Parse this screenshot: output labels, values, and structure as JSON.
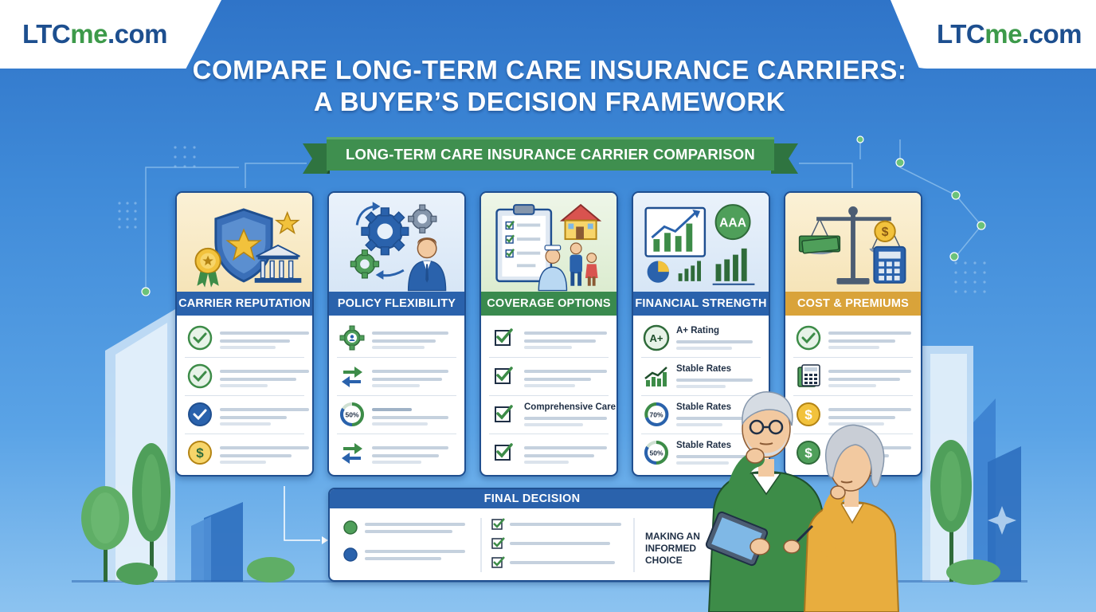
{
  "brand": {
    "logo_ltc": "LTC",
    "logo_me": "me",
    "logo_dom": ".com"
  },
  "title_line1": "COMPARE LONG-TERM CARE INSURANCE CARRIERS:",
  "title_line2": "A BUYER’S DECISION FRAMEWORK",
  "ribbon": "LONG-TERM CARE INSURANCE CARRIER COMPARISON",
  "colors": {
    "navy": "#1f4f90",
    "blue_header": "#2a62ac",
    "green_header": "#3a8a4e",
    "gold_header": "#d9a33a",
    "check_green": "#3d8c48",
    "ribbon_green": "#3f8f4f"
  },
  "cards": [
    {
      "title": "CARRIER REPUTATION",
      "icons": [
        "check-circle-icon",
        "check-circle-icon",
        "check-circle-blue-icon",
        "dollar-coin-icon"
      ]
    },
    {
      "title": "POLICY FLEXIBILITY",
      "icons": [
        "gear-person-icon",
        "swap-arrows-icon",
        "percent-ring-icon",
        "swap-arrows-icon"
      ],
      "ring_label": "50%"
    },
    {
      "title": "COVERAGE OPTIONS",
      "icons": [
        "checkbox-icon",
        "checkbox-icon",
        "checkbox-icon",
        "checkbox-icon"
      ],
      "labels": [
        "",
        "",
        "Comprehensive Care",
        ""
      ]
    },
    {
      "title": "FINANCIAL STRENGTH",
      "icons": [
        "rating-badge-icon",
        "trend-chart-icon",
        "percent-ring-icon",
        "percent-ring-icon"
      ],
      "badge": "A+",
      "rating_box": "AAA",
      "ring_labels": [
        "70%",
        "50%"
      ],
      "labels": [
        "A+ Rating",
        "Stable Rates",
        "Stable Rates",
        "Stable Rates"
      ]
    },
    {
      "title": "COST & PREMIUMS",
      "icons": [
        "check-circle-icon",
        "calculator-icon",
        "dollar-coin-icon",
        "dollar-coin-icon"
      ]
    }
  ],
  "final": {
    "title": "FINAL DECISION",
    "note_line1": "MAKING AN",
    "note_line2": "INFORMED",
    "note_line3": "CHOICE"
  }
}
